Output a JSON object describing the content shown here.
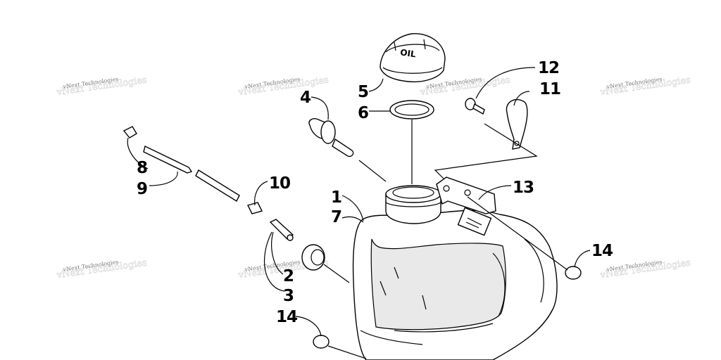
{
  "callouts": [
    {
      "id": "1",
      "text": "1"
    },
    {
      "id": "2",
      "text": "2"
    },
    {
      "id": "3",
      "text": "3"
    },
    {
      "id": "4",
      "text": "4"
    },
    {
      "id": "5",
      "text": "5"
    },
    {
      "id": "6",
      "text": "6"
    },
    {
      "id": "7",
      "text": "7"
    },
    {
      "id": "8",
      "text": "8"
    },
    {
      "id": "9",
      "text": "9"
    },
    {
      "id": "10",
      "text": "10"
    },
    {
      "id": "11",
      "text": "11"
    },
    {
      "id": "12",
      "text": "12"
    },
    {
      "id": "13",
      "text": "13"
    },
    {
      "id": "14a",
      "text": "14"
    },
    {
      "id": "14b",
      "text": "14"
    }
  ],
  "watermark": {
    "text": "vNext Technologies"
  }
}
